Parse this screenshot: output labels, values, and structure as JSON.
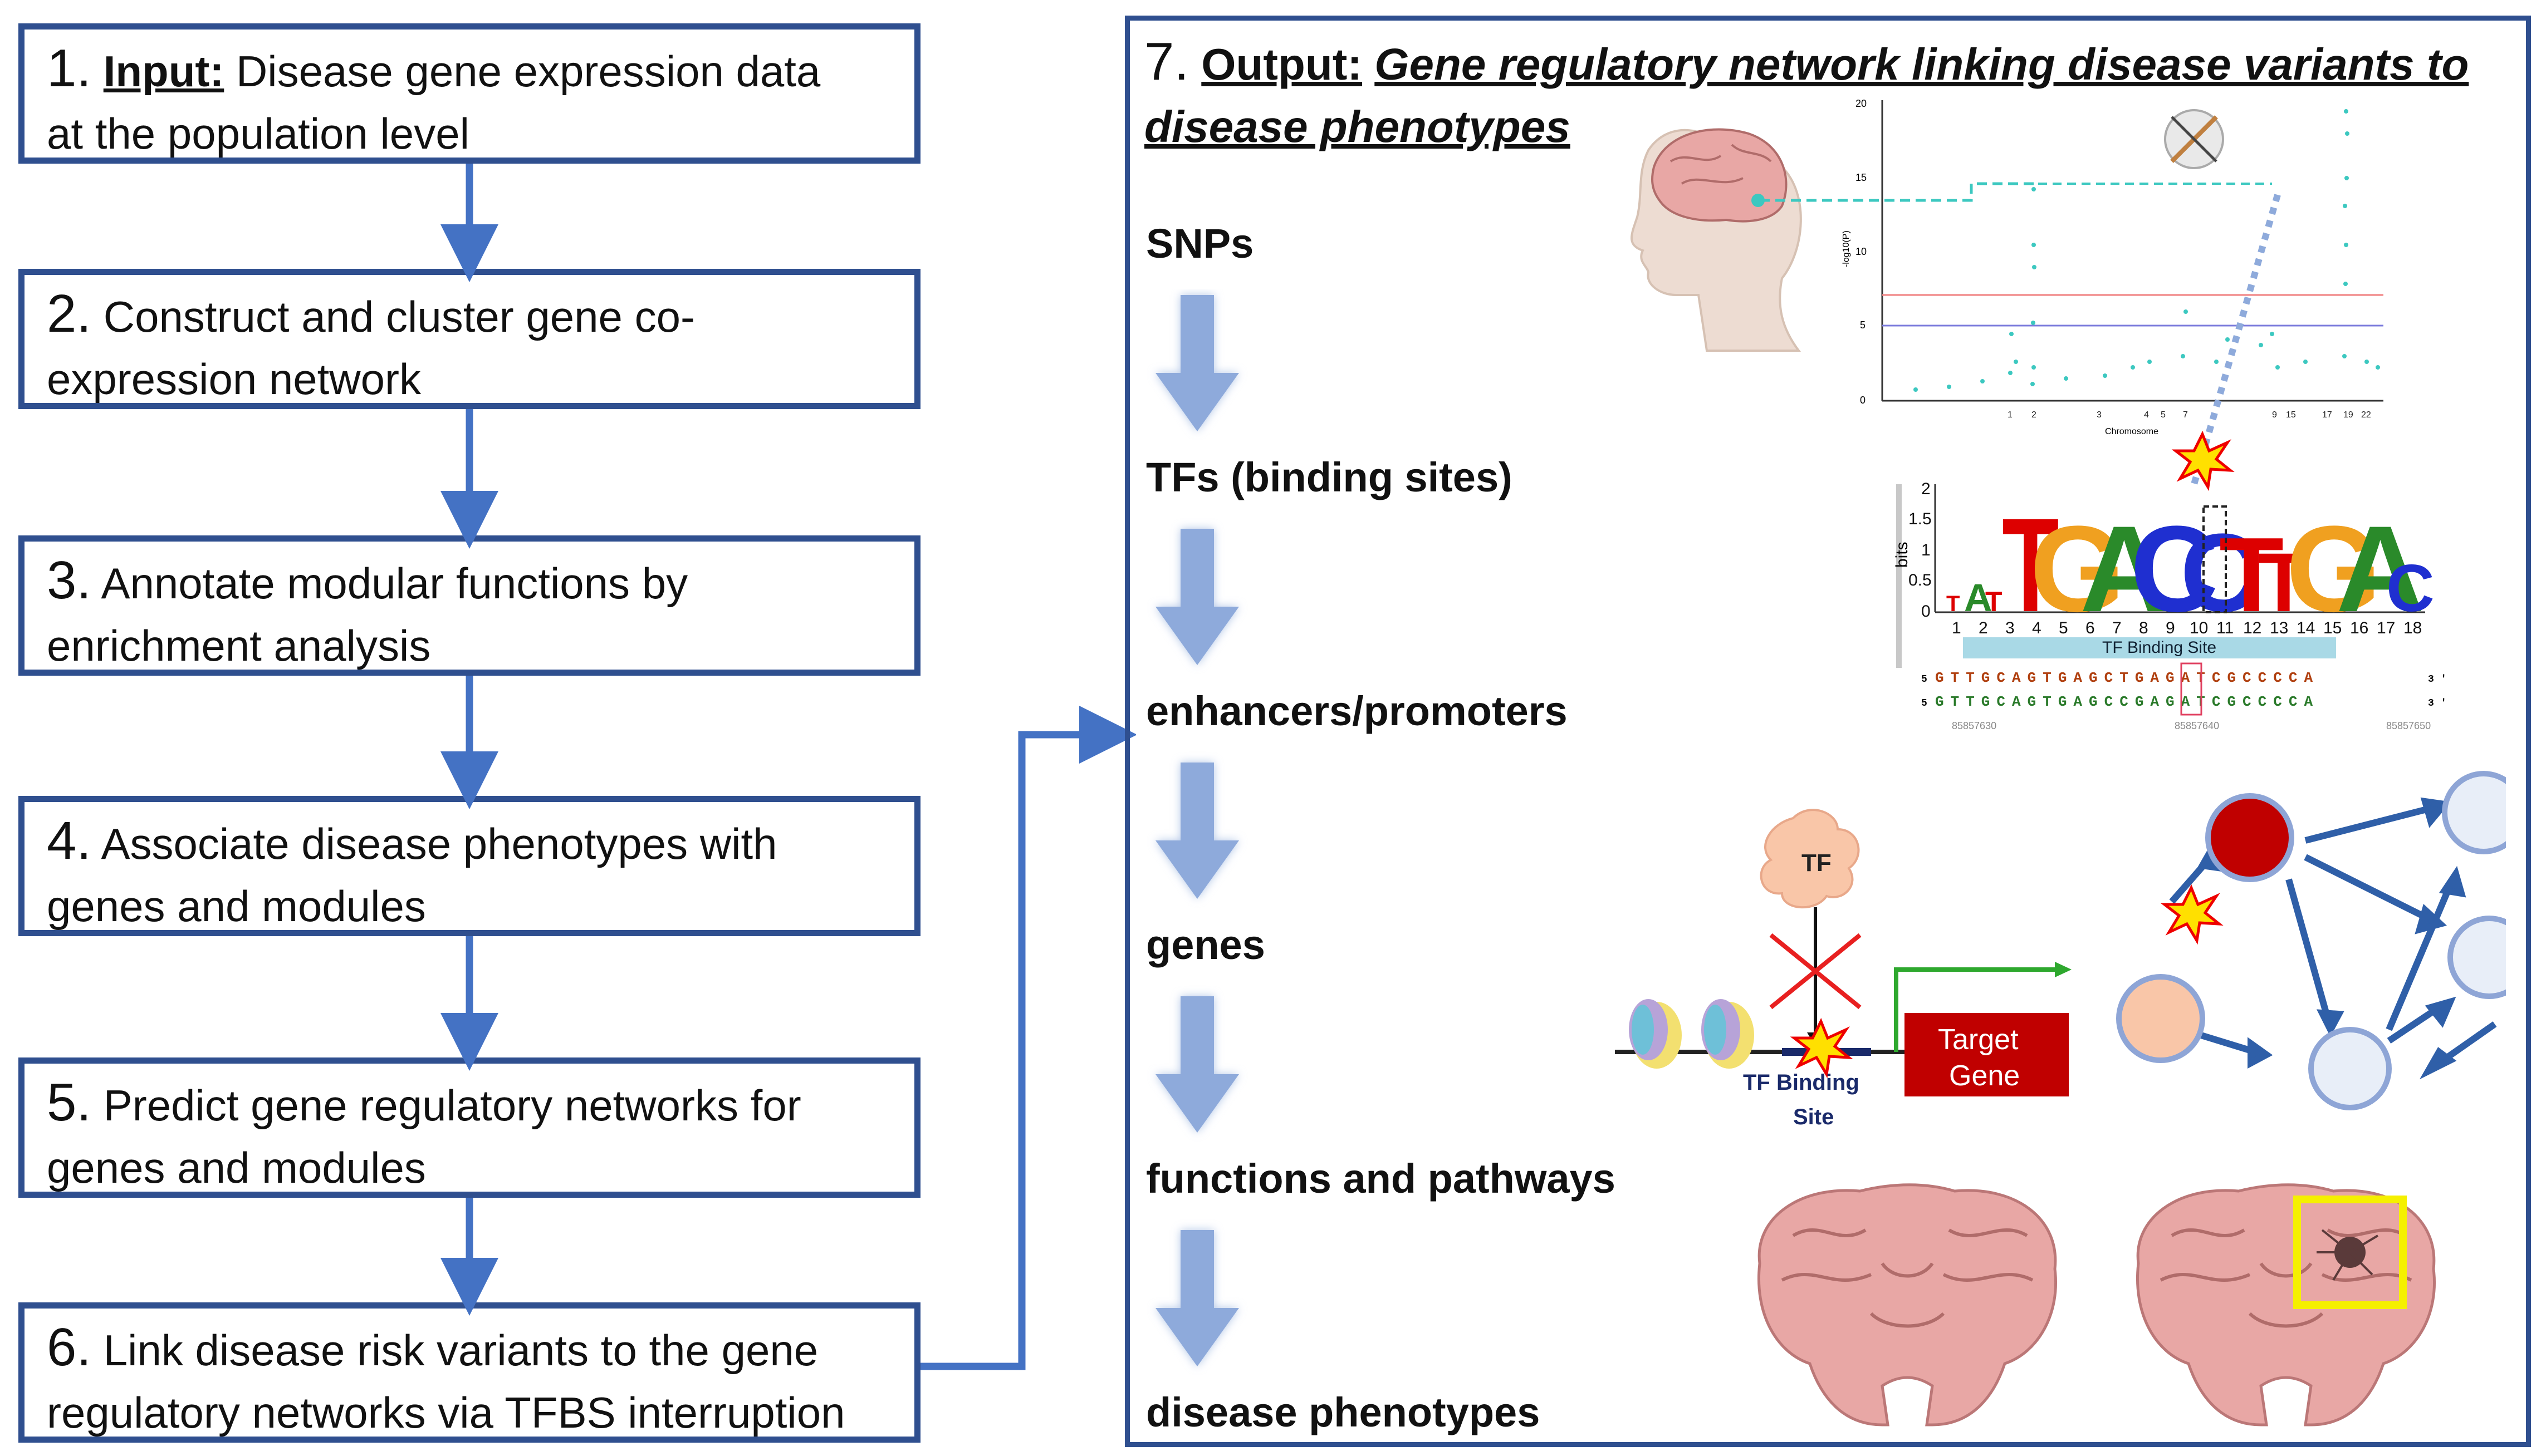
{
  "steps": [
    {
      "num": "1.",
      "label": "Input:",
      "text": "Disease gene expression data",
      "text2": "at the population level"
    },
    {
      "num": "2.",
      "text": "Construct and cluster gene co-",
      "text2": "expression network"
    },
    {
      "num": "3.",
      "text": "Annotate modular functions by",
      "text2": "enrichment analysis"
    },
    {
      "num": "4.",
      "text": "Associate disease phenotypes with",
      "text2": "genes and modules"
    },
    {
      "num": "5.",
      "text": "Predict gene regulatory networks for",
      "text2": "genes and modules"
    },
    {
      "num": "6.",
      "text": "Link disease risk variants to the gene",
      "text2": "regulatory networks via TFBS interruption"
    }
  ],
  "output": {
    "num": "7.",
    "label": "Output:",
    "title_line1": "Gene regulatory network linking disease variants to",
    "title_line2": "disease phenotypes"
  },
  "levels": [
    "SNPs",
    "TFs (binding sites)",
    "enhancers/promoters",
    "genes",
    "functions and pathways",
    "disease phenotypes"
  ],
  "manhattan": {
    "ylabel": "-log10(P)",
    "xlabel": "Chromosome",
    "yticks": [
      "0",
      "5",
      "10",
      "15",
      "20"
    ],
    "xticks": [
      "1",
      "2",
      "3",
      "4",
      "5",
      "7",
      "9",
      "15",
      "17",
      "19",
      "22"
    ]
  },
  "motif": {
    "ylabel": "bits",
    "yticks": [
      "0",
      "0.5",
      "1",
      "1.5",
      "2"
    ],
    "positions": [
      "1",
      "2",
      "3",
      "4",
      "5",
      "6",
      "7",
      "8",
      "9",
      "10",
      "11",
      "12",
      "13",
      "14",
      "15",
      "16",
      "17",
      "18"
    ],
    "site_label": "TF Binding Site",
    "seq_ref": "GTTGCAGTGAGCTGAGATCGCCCCA",
    "seq_alt": "GTTGCAGTGAGCCGAGATCGCCCCA",
    "coords": [
      "85857630",
      "85857640",
      "85857650"
    ],
    "end5": "5'",
    "end3": "3'"
  },
  "regulation": {
    "tf": "TF",
    "binding_site": "TF Binding",
    "binding_site2": "Site",
    "target": "Target",
    "target2": "Gene"
  },
  "colors": {
    "box_border": "#2f4f8f",
    "arrow_blue": "#4472c4",
    "level_arrow": "#8eaadb",
    "node_red": "#c00000",
    "target_red": "#c00000",
    "highlight_yellow": "#f5f000",
    "brain_pink": "#e8a7a5"
  }
}
